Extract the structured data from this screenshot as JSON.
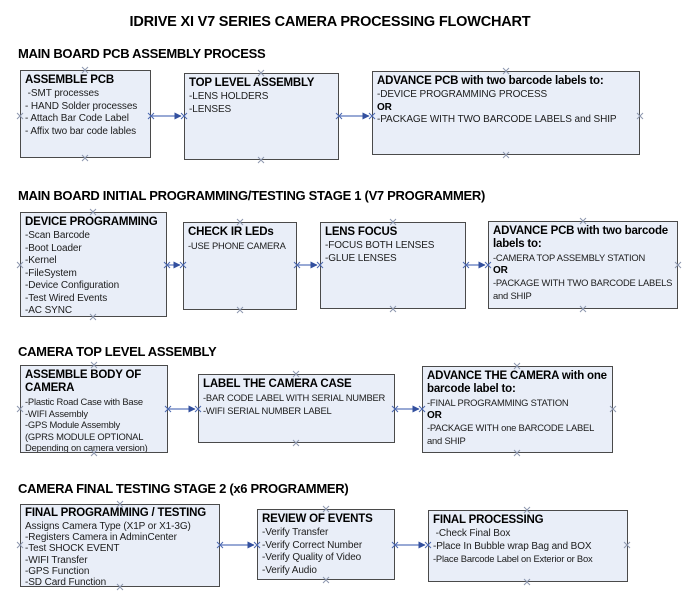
{
  "title": "IDRIVE XI V7 SERIES CAMERA PROCESSING FLOWCHART",
  "colors": {
    "box_fill": "#e9eef8",
    "box_border": "#4a4a4a",
    "arrow": "#5a76bc",
    "arrowhead": "#33509f",
    "connector_marker": "#8c96ae",
    "connected_marker": "#4a67b0"
  },
  "sections": [
    {
      "heading": "MAIN BOARD PCB ASSEMBLY PROCESS",
      "boxes": [
        {
          "title": "ASSEMBLE PCB",
          "lines": [
            " -SMT processes",
            "- HAND Solder processes",
            "- Attach Bar Code Label",
            "- Affix two bar code lables"
          ]
        },
        {
          "title": "TOP LEVEL ASSEMBLY",
          "lines": [
            "-LENS HOLDERS",
            "-LENSES"
          ]
        },
        {
          "title": "ADVANCE PCB with two barcode labels to:",
          "lines": [
            "-DEVICE PROGRAMMING PROCESS",
            "OR",
            "-PACKAGE WITH TWO BARCODE LABELS and SHIP"
          ]
        }
      ]
    },
    {
      "heading": "MAIN BOARD INITIAL PROGRAMMING/TESTING STAGE 1 (V7 PROGRAMMER)",
      "boxes": [
        {
          "title": "DEVICE PROGRAMMING",
          "lines": [
            "-Scan Barcode",
            "-Boot Loader",
            "-Kernel",
            "-FileSystem",
            "-Device Configuration",
            "-Test Wired Events",
            "-AC SYNC"
          ]
        },
        {
          "title": "CHECK IR LEDs",
          "lines": [
            "-USE PHONE CAMERA"
          ]
        },
        {
          "title": "LENS FOCUS",
          "lines": [
            "-FOCUS BOTH LENSES",
            "-GLUE LENSES"
          ]
        },
        {
          "title": "ADVANCE PCB with two barcode labels to:",
          "lines": [
            "-CAMERA TOP ASSEMBLY STATION",
            "OR",
            "-PACKAGE WITH TWO BARCODE LABELS and SHIP"
          ]
        }
      ]
    },
    {
      "heading": "CAMERA TOP LEVEL ASSEMBLY",
      "boxes": [
        {
          "title": "ASSEMBLE BODY OF CAMERA",
          "lines": [
            "-Plastic Road Case with Base",
            "-WIFI Assembly",
            "-GPS Module Assembly",
            "(GPRS MODULE OPTIONAL",
            "Depending on camera version)"
          ]
        },
        {
          "title": "LABEL THE CAMERA CASE",
          "lines": [
            "-BAR CODE LABEL WITH SERIAL NUMBER",
            "-WIFI SERIAL NUMBER LABEL"
          ]
        },
        {
          "title": "ADVANCE THE CAMERA with one barcode label to:",
          "lines": [
            "-FINAL PROGRAMMING STATION",
            "OR",
            "-PACKAGE WITH one BARCODE LABEL and SHIP"
          ]
        }
      ]
    },
    {
      "heading": "CAMERA FINAL TESTING STAGE 2 (x6 PROGRAMMER)",
      "boxes": [
        {
          "title": "FINAL PROGRAMMING / TESTING",
          "lines": [
            "Assigns Camera Type (X1P or X1-3G)",
            "-Registers Camera in AdminCenter",
            "-Test SHOCK EVENT",
            "-WIFI Transfer",
            "-GPS Function",
            "-SD Card Function"
          ]
        },
        {
          "title": "REVIEW OF EVENTS",
          "lines": [
            "-Verify Transfer",
            "-Verify Correct Number",
            "-Verify Quality of Video",
            "-Verify Audio"
          ]
        },
        {
          "title": "FINAL PROCESSING",
          "lines": [
            " -Check Final Box",
            "-Place In Bubble wrap Bag and BOX",
            "-Place Barcode Label on Exterior or Box"
          ]
        }
      ]
    }
  ]
}
